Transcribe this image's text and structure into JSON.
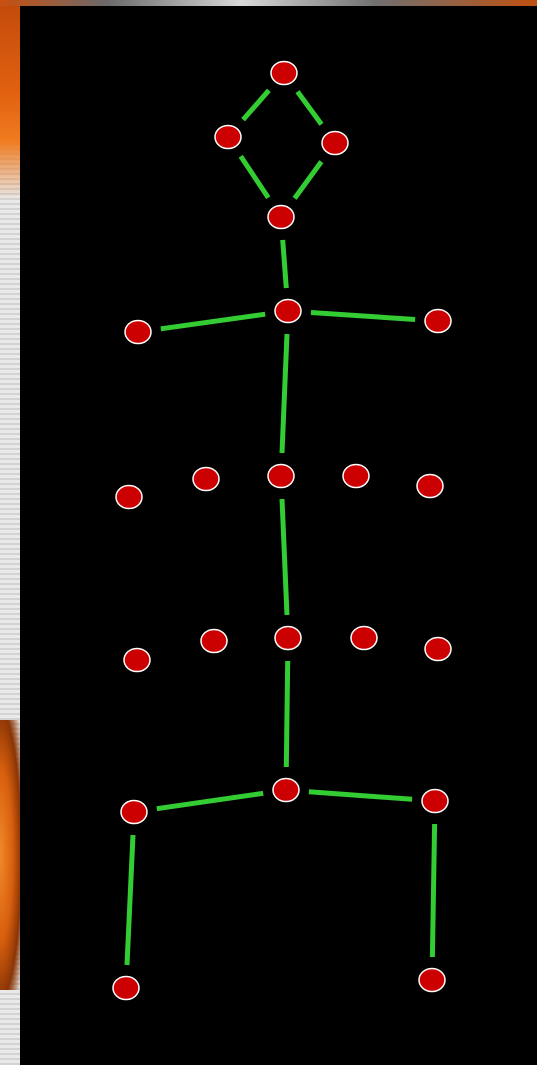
{
  "diagram": {
    "type": "skeleton-graph",
    "colors": {
      "background": "#000000",
      "node_fill": "#cc0000",
      "node_stroke": "#ffffff",
      "edge": "#33cc33",
      "frame_accent": "#e06010"
    },
    "nodes": [
      {
        "id": "head-top"
      },
      {
        "id": "head-left"
      },
      {
        "id": "head-right"
      },
      {
        "id": "head-bottom"
      },
      {
        "id": "shoulder-center"
      },
      {
        "id": "shoulder-left"
      },
      {
        "id": "shoulder-right"
      },
      {
        "id": "chest-center"
      },
      {
        "id": "chest-left-outer"
      },
      {
        "id": "chest-left-inner"
      },
      {
        "id": "chest-right-inner"
      },
      {
        "id": "chest-right-outer"
      },
      {
        "id": "waist-center"
      },
      {
        "id": "waist-left-outer"
      },
      {
        "id": "waist-left-inner"
      },
      {
        "id": "waist-right-inner"
      },
      {
        "id": "waist-right-outer"
      },
      {
        "id": "hip-center"
      },
      {
        "id": "hip-left"
      },
      {
        "id": "hip-right"
      },
      {
        "id": "foot-left"
      },
      {
        "id": "foot-right"
      }
    ],
    "edges": [
      [
        "head-top",
        "head-left"
      ],
      [
        "head-top",
        "head-right"
      ],
      [
        "head-left",
        "head-bottom"
      ],
      [
        "head-right",
        "head-bottom"
      ],
      [
        "head-bottom",
        "shoulder-center"
      ],
      [
        "shoulder-center",
        "shoulder-left"
      ],
      [
        "shoulder-center",
        "shoulder-right"
      ],
      [
        "shoulder-center",
        "chest-center"
      ],
      [
        "chest-center",
        "waist-center"
      ],
      [
        "waist-center",
        "hip-center"
      ],
      [
        "hip-center",
        "hip-left"
      ],
      [
        "hip-center",
        "hip-right"
      ],
      [
        "hip-left",
        "foot-left"
      ],
      [
        "hip-right",
        "foot-right"
      ]
    ]
  }
}
